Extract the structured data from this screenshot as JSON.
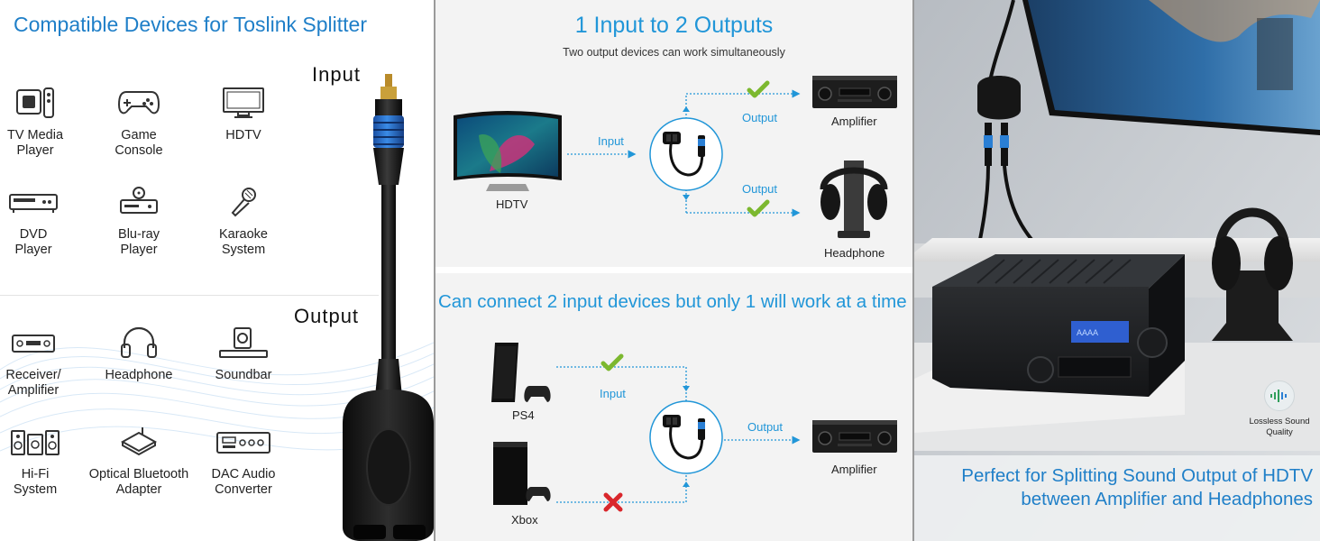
{
  "left_panel": {
    "title": "Compatible Devices for Toslink Splitter",
    "input_label": "Input",
    "output_label": "Output",
    "input_devices": [
      {
        "label": "TV Media\nPlayer",
        "icon": "tv-media-player-icon"
      },
      {
        "label": "Game\nConsole",
        "icon": "game-console-icon"
      },
      {
        "label": "HDTV",
        "icon": "hdtv-icon"
      },
      {
        "label": "DVD\nPlayer",
        "icon": "dvd-player-icon"
      },
      {
        "label": "Blu-ray\nPlayer",
        "icon": "blu-ray-player-icon"
      },
      {
        "label": "Karaoke\nSystem",
        "icon": "microphone-icon"
      }
    ],
    "output_devices": [
      {
        "label": "Receiver/\nAmplifier",
        "icon": "receiver-icon"
      },
      {
        "label": "Headphone",
        "icon": "headphone-icon"
      },
      {
        "label": "Soundbar",
        "icon": "soundbar-icon"
      },
      {
        "label": "Hi-Fi\nSystem",
        "icon": "hifi-speakers-icon"
      },
      {
        "label": "Optical Bluetooth\nAdapter",
        "icon": "bluetooth-adapter-icon"
      },
      {
        "label": "DAC Audio\nConverter",
        "icon": "dac-converter-icon"
      }
    ]
  },
  "middle_panel": {
    "top": {
      "title": "1 Input to 2 Outputs",
      "subtitle": "Two output devices can work simultaneously",
      "source_label": "HDTV",
      "input_label": "Input",
      "output_label_1": "Output",
      "output_label_2": "Output",
      "dest_1": "Amplifier",
      "dest_2": "Headphone"
    },
    "bottom": {
      "title": "Can connect 2 input devices but only 1 will work at a time",
      "source_1": "PS4",
      "source_2": "Xbox",
      "input_label": "Input",
      "output_label": "Output",
      "dest": "Amplifier"
    },
    "colors": {
      "accent": "#2196d8",
      "check": "#7cb82f",
      "cross": "#d9262b"
    }
  },
  "right_panel": {
    "caption_line_1": "Perfect for Splitting Sound Output of HDTV",
    "caption_line_2": "between Amplifier and Headphones",
    "badge_line_1": "Lossless Sound",
    "badge_line_2": "Quality",
    "receiver_display": "AAAA"
  }
}
